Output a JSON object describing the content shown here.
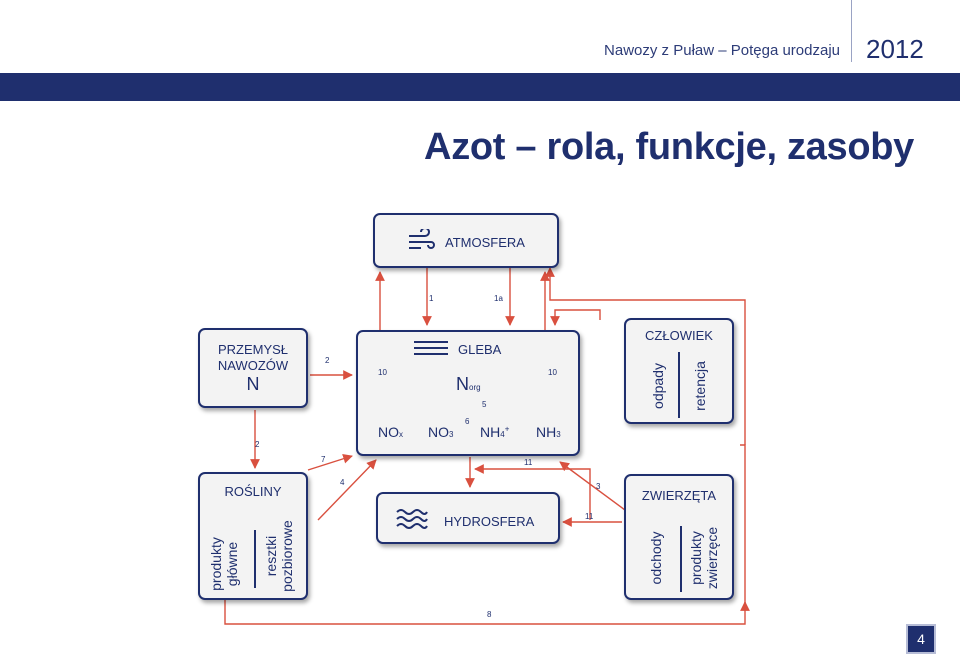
{
  "header": {
    "publication": "Nawozy z Puław – Potęga urodzaju",
    "year": "2012"
  },
  "title": "Azot – rola, funkcje, zasoby",
  "boxes": {
    "atmosfera": "ATMOSFERA",
    "przemysl_line1": "PRZEMYSŁ",
    "przemysl_line2": "NAWOZÓW",
    "przemysl_symbol": "N",
    "gleba": "GLEBA",
    "gleba_norg": "N",
    "gleba_norg_sub": "org",
    "nox": "NO",
    "nox_sub": "x",
    "no3": "NO",
    "no3_sub": "3",
    "nh4": "NH",
    "nh4_sub": "4",
    "nh4_sup": "+",
    "nh3": "NH",
    "nh3_sub": "3",
    "czlowiek": "CZŁOWIEK",
    "czlowiek_col1": "odpady",
    "czlowiek_col2": "retencja",
    "rosliny": "ROŚLINY",
    "rosliny_col1_l1": "produkty",
    "rosliny_col1_l2": "główne",
    "rosliny_col2_l1": "resztki",
    "rosliny_col2_l2": "pozbiorowe",
    "hydrosfera": "HYDROSFERA",
    "zwierzeta": "ZWIERZĘTA",
    "zwierzeta_col1": "odchody",
    "zwierzeta_col2_l1": "produkty",
    "zwierzeta_col2_l2": "zwierzęce"
  },
  "flow_numbers": {
    "n1": "1",
    "n1a": "1a",
    "n2a": "2",
    "n2b": "2",
    "n10a": "10",
    "n10b": "10",
    "n5": "5",
    "n6": "6",
    "n7": "7",
    "n11a": "11",
    "n4": "4",
    "n3": "3",
    "n11b": "11",
    "n8": "8"
  },
  "page_number": "4",
  "colors": {
    "navy": "#1f2f6e",
    "arrow_red": "#d9503f",
    "box_fill": "#f3f3f3"
  },
  "icons": {
    "atmosfera": "wind-icon",
    "gleba": "soil-lines-icon",
    "hydrosfera": "waves-icon"
  }
}
